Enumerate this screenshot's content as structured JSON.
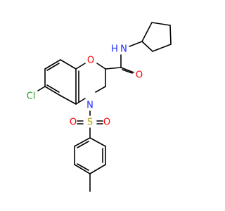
{
  "structure": {
    "atoms": [
      {
        "id": "N_amide",
        "label": "N",
        "color": "#1f2aff"
      },
      {
        "id": "H_amide",
        "label": "H",
        "color": "#1f2aff"
      },
      {
        "id": "O_carbonyl",
        "label": "O",
        "color": "#ff0000"
      },
      {
        "id": "O_ring",
        "label": "O",
        "color": "#ff0000"
      },
      {
        "id": "Cl",
        "label": "Cl",
        "color": "#1fa01f"
      },
      {
        "id": "N_ring",
        "label": "N",
        "color": "#1f2aff"
      },
      {
        "id": "S",
        "label": "S",
        "color": "#b5a000"
      },
      {
        "id": "O_s1",
        "label": "O",
        "color": "#ff0000"
      },
      {
        "id": "O_s2",
        "label": "O",
        "color": "#ff0000"
      }
    ],
    "bond_color": "#000000"
  }
}
